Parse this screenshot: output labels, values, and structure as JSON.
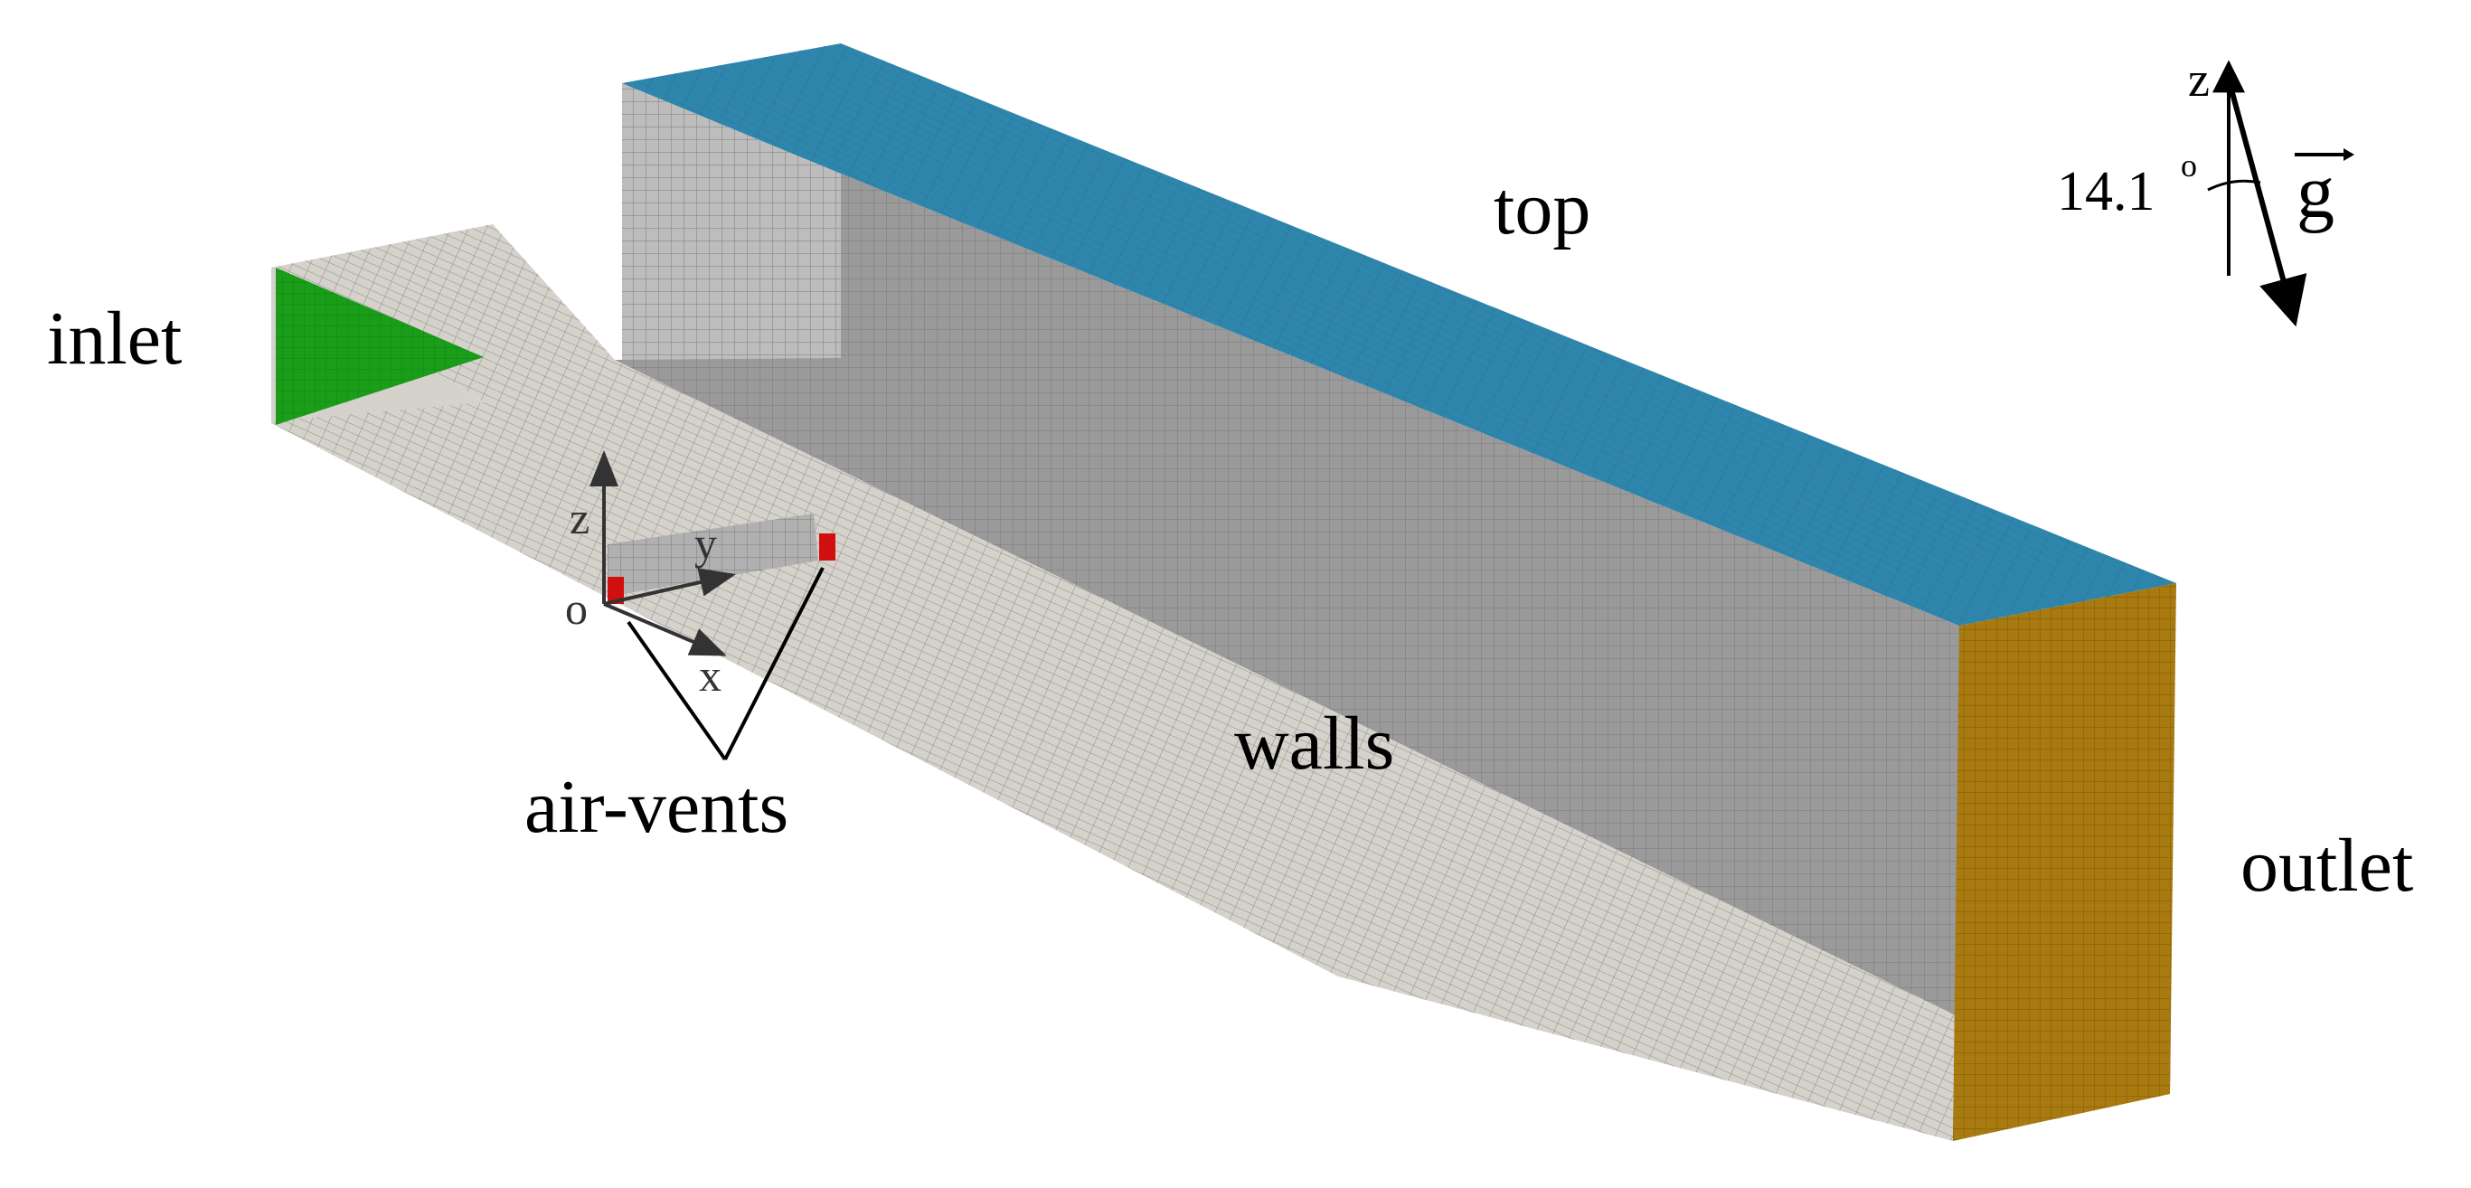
{
  "labels": {
    "inlet": "inlet",
    "top": "top",
    "walls": "walls",
    "outlet": "outlet",
    "air_vents": "air-vents"
  },
  "axes": {
    "z": "z",
    "y": "y",
    "x": "x",
    "origin": "o"
  },
  "gravity": {
    "axis_label": "z",
    "angle": "14.1",
    "degree_symbol": "o",
    "vector_label": "g"
  },
  "colors": {
    "inlet": "#1a9e1a",
    "top": "#2f86ad",
    "outlet": "#a87a10",
    "walls": "#9a9a9a",
    "floor": "#d4d2cb",
    "back_wall": "#b3b3b3",
    "air_vent": "#d10f0f",
    "mesh_line": "#7b7b7b"
  }
}
